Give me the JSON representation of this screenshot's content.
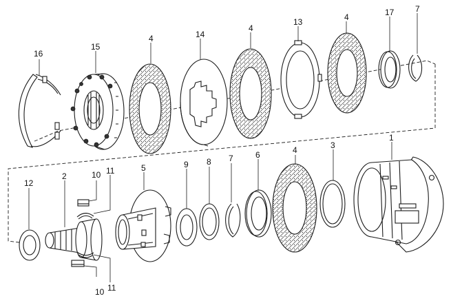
{
  "diagram": {
    "callouts": [
      {
        "id": "c16",
        "text": "16"
      },
      {
        "id": "c15",
        "text": "15"
      },
      {
        "id": "c4a",
        "text": "4"
      },
      {
        "id": "c14",
        "text": "14"
      },
      {
        "id": "c4b",
        "text": "4"
      },
      {
        "id": "c13",
        "text": "13"
      },
      {
        "id": "c4c",
        "text": "4"
      },
      {
        "id": "c17",
        "text": "17"
      },
      {
        "id": "c7a",
        "text": "7"
      },
      {
        "id": "c12",
        "text": "12"
      },
      {
        "id": "c2",
        "text": "2"
      },
      {
        "id": "c10a",
        "text": "10"
      },
      {
        "id": "c11a",
        "text": "11"
      },
      {
        "id": "c5",
        "text": "5"
      },
      {
        "id": "c9",
        "text": "9"
      },
      {
        "id": "c8",
        "text": "8"
      },
      {
        "id": "c7b",
        "text": "7"
      },
      {
        "id": "c6",
        "text": "6"
      },
      {
        "id": "c4d",
        "text": "4"
      },
      {
        "id": "c3",
        "text": "3"
      },
      {
        "id": "c1",
        "text": "1"
      },
      {
        "id": "c10b",
        "text": "10"
      },
      {
        "id": "c11b",
        "text": "11"
      }
    ]
  },
  "colors": {
    "line": "#1a1a1a",
    "background": "#ffffff"
  }
}
